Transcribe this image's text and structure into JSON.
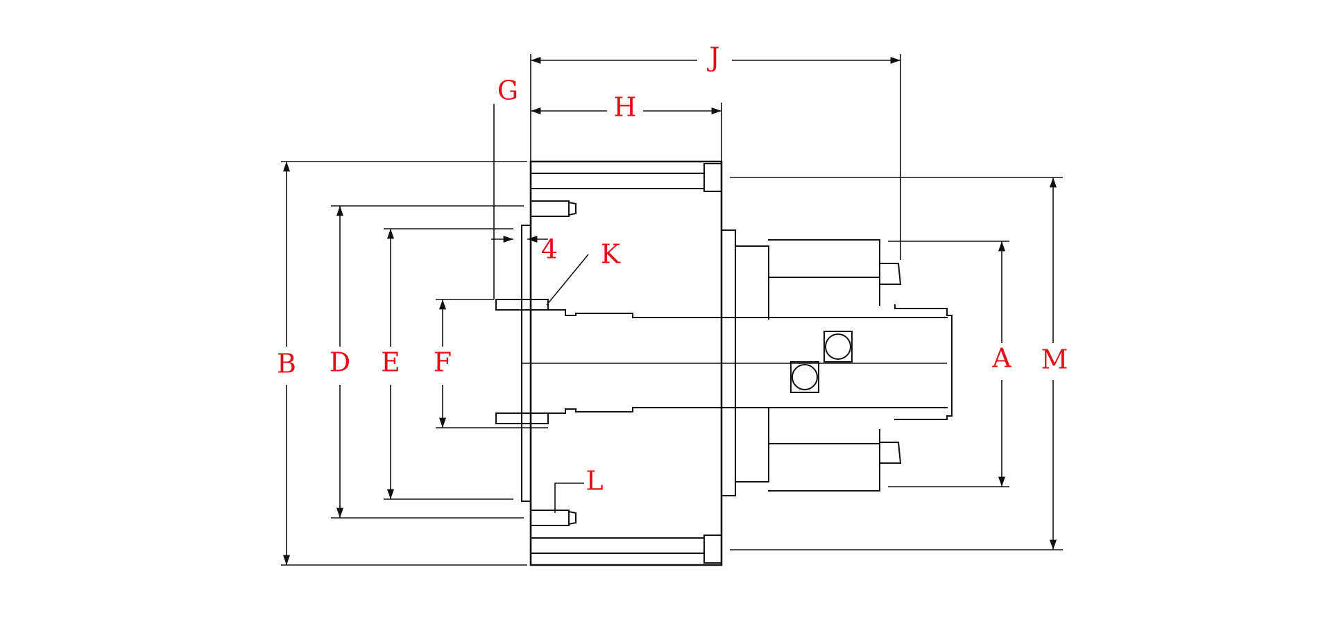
{
  "diagram": {
    "label_color": "#e0101a",
    "line_color": "#111111",
    "labels": {
      "J": "J",
      "G": "G",
      "H": "H",
      "K": "K",
      "four": "4",
      "B": "B",
      "D": "D",
      "E": "E",
      "F": "F",
      "L": "L",
      "A": "A",
      "M": "M"
    }
  }
}
